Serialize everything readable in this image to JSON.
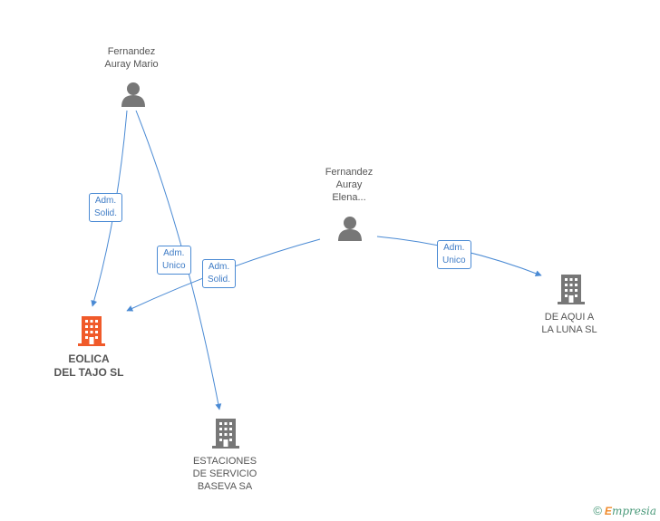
{
  "persons": [
    {
      "id": "p1",
      "lines": [
        "Fernandez",
        "Auray Mario"
      ],
      "icon": "person-icon"
    },
    {
      "id": "p2",
      "lines": [
        "Fernandez",
        "Auray",
        "Elena..."
      ],
      "icon": "person-icon"
    }
  ],
  "companies": [
    {
      "id": "c1",
      "lines": [
        "EOLICA",
        "DEL TAJO SL"
      ],
      "icon": "building-icon",
      "highlight": true
    },
    {
      "id": "c2",
      "lines": [
        "ESTACIONES",
        "DE SERVICIO",
        "BASEVA SA"
      ],
      "icon": "building-icon",
      "highlight": false
    },
    {
      "id": "c3",
      "lines": [
        "DE AQUI A",
        "LA LUNA SL"
      ],
      "icon": "building-icon",
      "highlight": false
    }
  ],
  "edges": [
    {
      "from": "p1",
      "to": "c1",
      "label": [
        "Adm.",
        "Solid."
      ]
    },
    {
      "from": "p1",
      "to": "c2",
      "label": [
        "Adm.",
        "Unico"
      ]
    },
    {
      "from": "p2",
      "to": "c1",
      "label": [
        "Adm.",
        "Solid."
      ]
    },
    {
      "from": "p2",
      "to": "c3",
      "label": [
        "Adm.",
        "Unico"
      ]
    }
  ],
  "colors": {
    "edge": "#4a8ad4",
    "person": "#777777",
    "company": "#777777",
    "company_highlight": "#f05a2a"
  },
  "footer": {
    "copyright": "©",
    "brand_initial": "E",
    "brand_rest": "mpresia"
  }
}
